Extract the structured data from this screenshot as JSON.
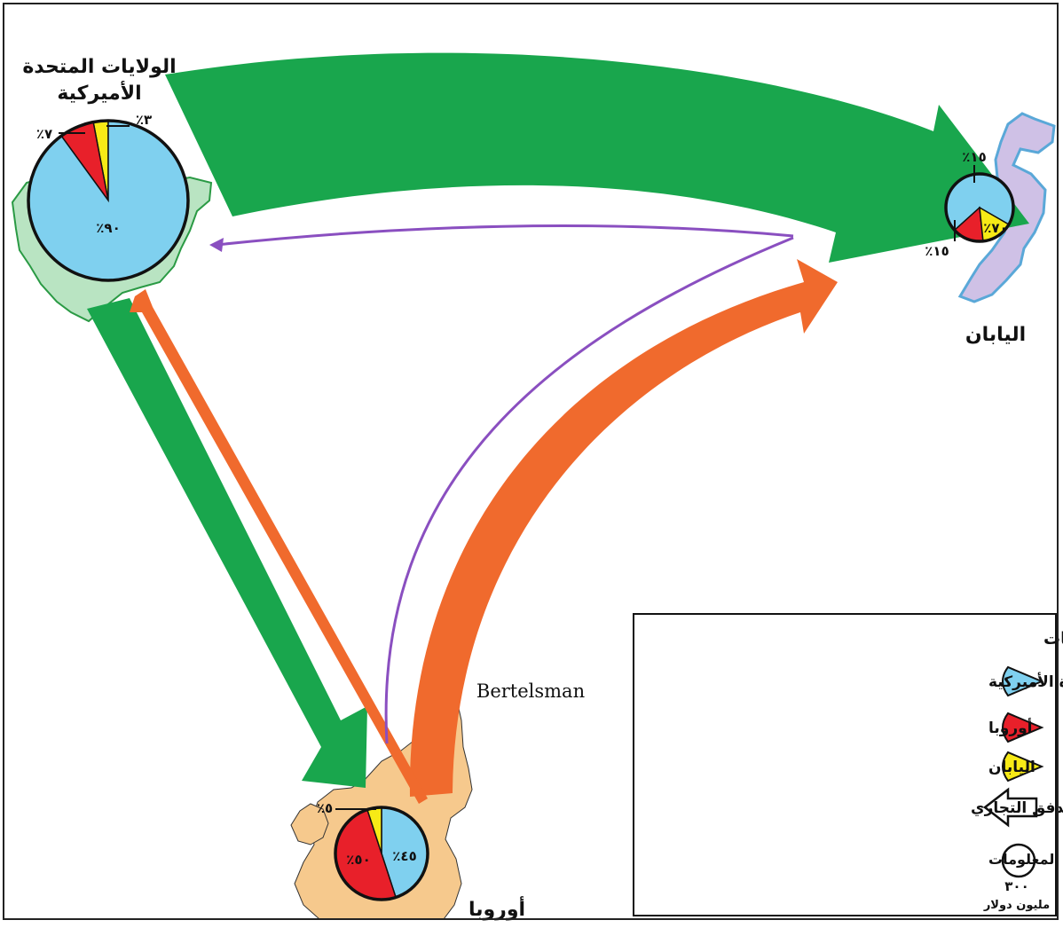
{
  "colors": {
    "usa": "#7fd0ef",
    "europe": "#e8202a",
    "japan": "#f7ea16",
    "flow_green": "#19a64d",
    "flow_orange": "#f06a2d",
    "flow_purple": "#8a4fc0",
    "land_beige": "#f6c98d",
    "land_green": "#b9e4c2",
    "japan_land": "#cfc1e6"
  },
  "regions": {
    "usa": {
      "title_line1": "الولايات المتحدة",
      "title_line2": "الأميركية",
      "pie": [
        {
          "label": "٪٩٠",
          "value": 90,
          "key": "usa"
        },
        {
          "label": "٪٧",
          "value": 7,
          "key": "europe"
        },
        {
          "label": "٪٣",
          "value": 3,
          "key": "japan"
        }
      ]
    },
    "japan": {
      "title": "اليابان",
      "pie": [
        {
          "label": "٪٧٠",
          "value": 70,
          "key": "usa"
        },
        {
          "label": "٪١٥",
          "value": 15,
          "key": "europe"
        },
        {
          "label": "٪١٥",
          "value": 15,
          "key": "japan"
        }
      ]
    },
    "europe": {
      "title": "أوروبا",
      "pie": [
        {
          "label": "٪٤٥",
          "value": 45,
          "key": "usa"
        },
        {
          "label": "٪٥٠",
          "value": 50,
          "key": "europe"
        },
        {
          "label": "٪٥",
          "value": 5,
          "key": "japan"
        }
      ]
    }
  },
  "annotation": "Bertelsman",
  "legend": {
    "title": "جنسية بنوك المعلومات",
    "usa": "الولايات المتحدة الأميركية",
    "europe": "أوروبا",
    "japan": "اليابان",
    "flow": "التدفق التجاري",
    "size": "ثمن الإستثمارات المدفوعة لبنوك المعلومات",
    "size_value": "٣٠٠",
    "size_unit": "مليون دولار"
  }
}
